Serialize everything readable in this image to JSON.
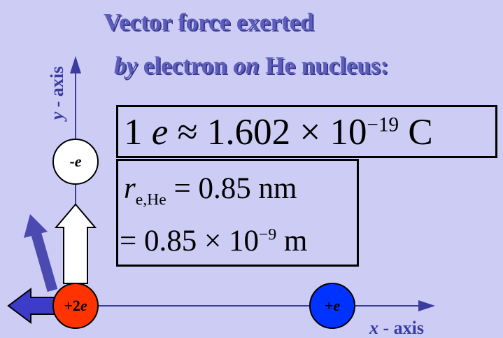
{
  "title": {
    "line1": "Vector force exerted",
    "by": "by",
    "electron": " electron ",
    "on": "on",
    "nucleus": " He nucleus:"
  },
  "axes": {
    "x": {
      "var": "x",
      "rest": " - axis"
    },
    "y": {
      "var": "y",
      "rest": " - axis"
    }
  },
  "charges": {
    "electron": {
      "sign": "-",
      "var": "e"
    },
    "helium": {
      "sign": "+2",
      "var": "e"
    },
    "proton": {
      "sign": "+",
      "var": "e"
    }
  },
  "equations": {
    "charge": {
      "lhs": "1 ",
      "unit_var": "e",
      "approx": " ≈ 1.602 × 10",
      "exp": "−19",
      "unit": "  C"
    },
    "r_label": {
      "var": "r",
      "sub": "e,He",
      "rest": " = 0.85 nm"
    },
    "r_value": {
      "text": "= 0.85 × 10",
      "exp": "−9",
      "unit": "  m"
    }
  },
  "colors": {
    "background": "#ccccf5",
    "axis": "#3c3ca0",
    "helium_fill": "#ff3300",
    "proton_fill": "#0033ff",
    "electron_fill": "#ffffff",
    "arrow_blue": "#3d3dbd",
    "arrow_diag": "#4a4ab0"
  }
}
